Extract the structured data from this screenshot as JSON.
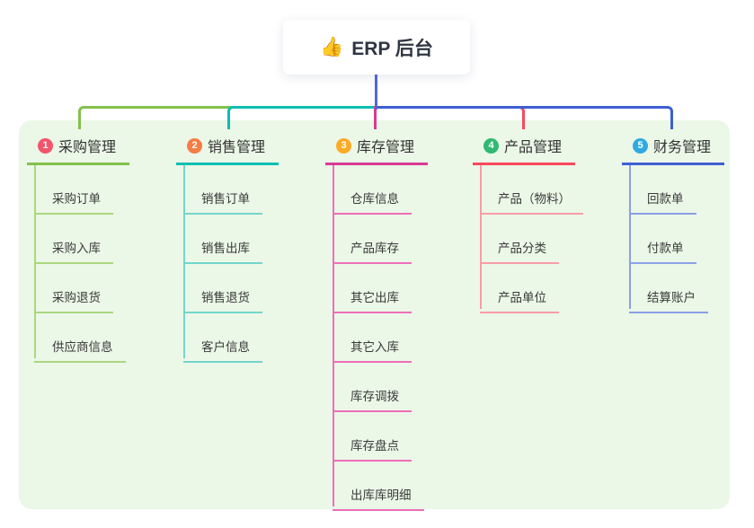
{
  "root": {
    "icon": "👍",
    "label": "ERP 后台"
  },
  "branches": [
    {
      "index": "1",
      "label": "采购管理",
      "badge_color": "#f4546c",
      "line_color": "#84c04c",
      "child_line_color": "#a9d87f",
      "children": [
        "采购订单",
        "采购入库",
        "采购退货",
        "供应商信息"
      ]
    },
    {
      "index": "2",
      "label": "销售管理",
      "badge_color": "#f87c45",
      "line_color": "#0abfb2",
      "child_line_color": "#74d6ca",
      "children": [
        "销售订单",
        "销售出库",
        "销售退货",
        "客户信息"
      ]
    },
    {
      "index": "3",
      "label": "库存管理",
      "badge_color": "#fcab26",
      "line_color": "#d93a94",
      "child_line_color": "#ef6eb8",
      "children": [
        "仓库信息",
        "产品库存",
        "其它出库",
        "其它入库",
        "库存调拨",
        "库存盘点",
        "出库库明细"
      ]
    },
    {
      "index": "4",
      "label": "产品管理",
      "badge_color": "#2eba70",
      "line_color": "#f8485e",
      "child_line_color": "#f99ca6",
      "children": [
        "产品（物料）",
        "产品分类",
        "产品单位"
      ]
    },
    {
      "index": "5",
      "label": "财务管理",
      "badge_color": "#30a8e2",
      "line_color": "#3f5ed4",
      "child_line_color": "#8aa0e8",
      "children": [
        "回款单",
        "付款单",
        "结算账户"
      ]
    }
  ],
  "colors": {
    "background_panel": "#ebf7e7",
    "root_connector": "#5468d4",
    "root_text": "#2f3542",
    "node_text": "#3a3a3a"
  }
}
